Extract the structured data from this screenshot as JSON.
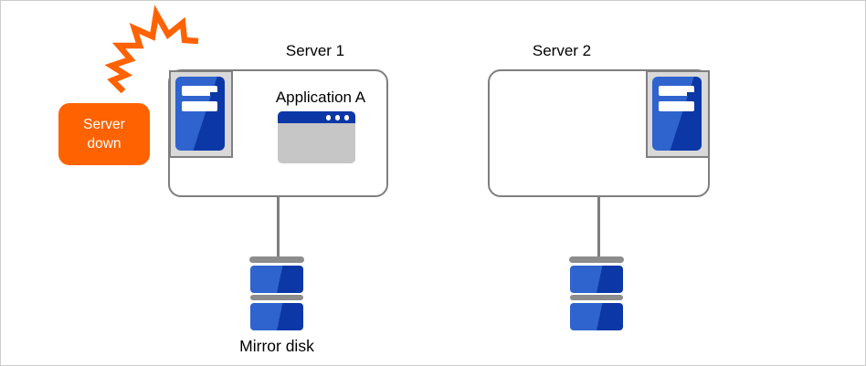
{
  "diagram": {
    "type": "failover-cluster-diagram",
    "alert": {
      "lines": [
        "Server",
        "down"
      ],
      "icon": "crash-lightning-icon"
    },
    "server1": {
      "title": "Server 1",
      "icon": "server-tower-icon",
      "application": {
        "label": "Application A",
        "icon": "app-window-icon"
      }
    },
    "server2": {
      "title": "Server 2",
      "icon": "server-tower-icon"
    },
    "storage": {
      "mirror_label": "Mirror disk",
      "disk_icons": [
        "disk-stack-icon",
        "disk-stack-icon"
      ]
    },
    "colors": {
      "alert_orange": "#ff6200",
      "blue_light": "#2f63cd",
      "blue_dark": "#0b38a6",
      "border_gray": "#7f7f7f",
      "icon_frame_gray": "#d9d9d9",
      "disk_cap_gray": "#8c8c8c",
      "app_body_gray": "#c6c6c6",
      "canvas_border": "#cccccc"
    }
  }
}
